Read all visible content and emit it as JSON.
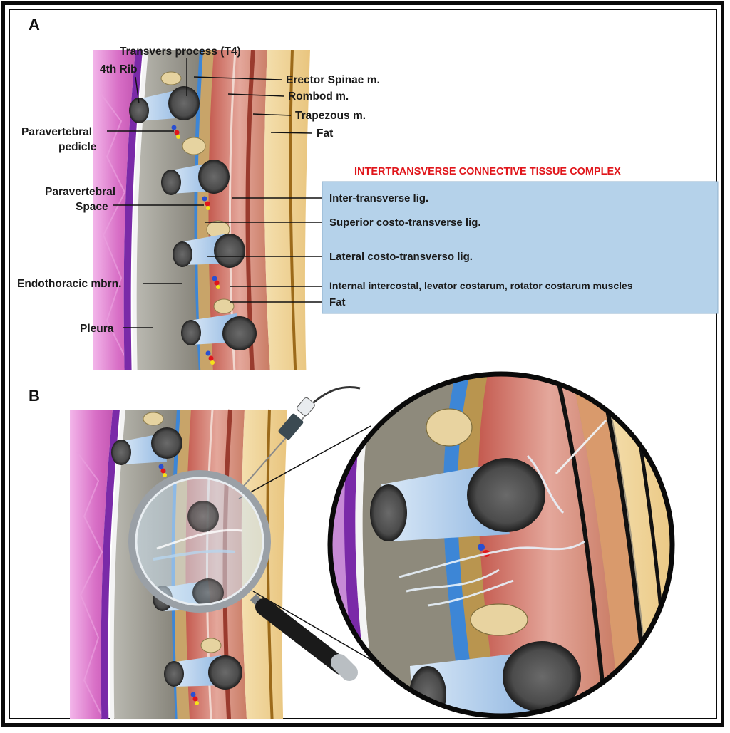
{
  "panel_a": {
    "letter": "A",
    "labels": {
      "transverse_process": "Transvers process (T4)",
      "fourth_rib": "4th Rib",
      "paravertebral_pedicle_1": "Paravertebral",
      "paravertebral_pedicle_2": "pedicle",
      "paravertebral_space_1": "Paravertebral",
      "paravertebral_space_2": "Space",
      "endothoracic": "Endothoracic mbrn.",
      "pleura": "Pleura",
      "erector_spinae": "Erector Spinae m.",
      "rombod": "Rombod m.",
      "trapezous": "Trapezous m.",
      "fat": "Fat"
    },
    "complex_box": {
      "title": "INTERTRANSVERSE CONNECTIVE TISSUE COMPLEX",
      "items": [
        "Inter-transverse lig.",
        "Superior costo-transverse lig.",
        "Lateral costo-transverso lig.",
        "Internal intercostal, levator costarum, rotator costarum muscles",
        "Fat"
      ]
    }
  },
  "panel_b": {
    "letter": "B"
  },
  "colors": {
    "pleura_purple": "#7a2aa8",
    "chest_pink": "#d86fc6",
    "paravertebral_grey": "#8c8a80",
    "fascia_blue": "#3d86d6",
    "muscle_red": "#c8766a",
    "fat_yellow": "#f0d79a",
    "bone_dark": "#3a3a3a",
    "box_blue": "#b5d2ea",
    "title_red": "#e0161b"
  }
}
